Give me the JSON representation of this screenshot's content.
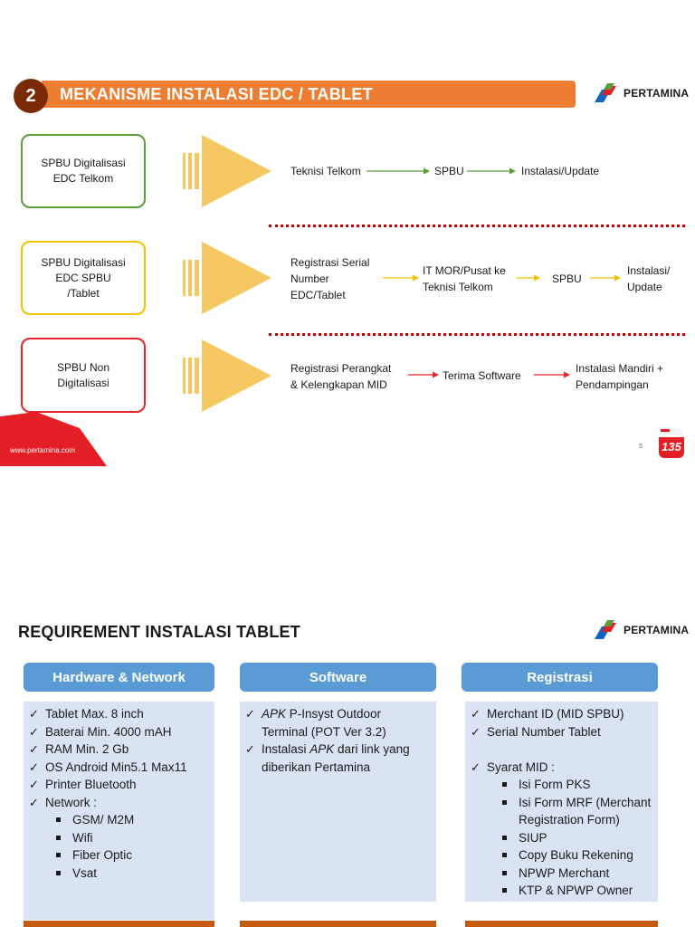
{
  "slide1": {
    "number": "2",
    "title": "MEKANISME INSTALASI EDC / TABLET",
    "logo_text": "PERTAMINA",
    "rows": [
      {
        "box_label": "SPBU Digitalisasi EDC Telkom",
        "box_lines": [
          "SPBU Digitalisasi",
          "EDC Telkom"
        ],
        "steps": [
          "Teknisi Telkom",
          "SPBU",
          "Instalasi/Update"
        ]
      },
      {
        "box_lines": [
          "SPBU Digitalisasi",
          "EDC SPBU",
          "/Tablet"
        ],
        "steps": [
          {
            "lines": [
              "Registrasi Serial",
              "Number",
              "EDC/Tablet"
            ]
          },
          {
            "lines": [
              "IT MOR/Pusat ke",
              "Teknisi Telkom"
            ]
          },
          {
            "lines": [
              "SPBU"
            ]
          },
          {
            "lines": [
              "Instalasi/",
              "Update"
            ]
          }
        ]
      },
      {
        "box_lines": [
          "SPBU Non",
          "Digitalisasi"
        ],
        "steps": [
          {
            "lines": [
              "Registrasi Perangkat",
              "& Kelengkapan MID"
            ]
          },
          {
            "lines": [
              "Terima Software"
            ]
          },
          {
            "lines": [
              "Instalasi Mandiri +",
              "Pendampingan"
            ]
          }
        ]
      }
    ],
    "colors": {
      "accent": "#ed7d31",
      "number_circle": "#7b2a07",
      "green": "#5b9d3d",
      "yellow": "#f2c200",
      "red": "#e8252a",
      "big_arrow": "#f5c862",
      "footer_red": "#e31e24"
    },
    "website": "www.pertamina.com",
    "page_number": "5",
    "badge_number": "135"
  },
  "slide2": {
    "title": "REQUIREMENT INSTALASI TABLET",
    "logo_text": "PERTAMINA",
    "columns": [
      {
        "header": "Hardware & Network",
        "items": [
          {
            "type": "check",
            "text": "Tablet Max. 8 inch"
          },
          {
            "type": "check",
            "text": "Baterai Min. 4000 mAH"
          },
          {
            "type": "check",
            "text": "RAM Min. 2 Gb"
          },
          {
            "type": "check",
            "text": "OS Android Min5.1 Max11"
          },
          {
            "type": "check",
            "text": "Printer Bluetooth"
          },
          {
            "type": "check",
            "text": "Network :"
          },
          {
            "type": "bullet",
            "text": "GSM/ M2M"
          },
          {
            "type": "bullet",
            "text": "Wifi"
          },
          {
            "type": "bullet",
            "text": "Fiber Optic"
          },
          {
            "type": "bullet",
            "text": "Vsat"
          }
        ]
      },
      {
        "header": "Software",
        "items": [
          {
            "type": "check",
            "em": "APK",
            "lines": [
              " P-Insyst Outdoor",
              "Terminal (POT Ver 3.2)"
            ]
          },
          {
            "type": "check",
            "pre": "Instalasi ",
            "em": "APK",
            "lines": [
              " dari link yang",
              "diberikan Pertamina"
            ]
          }
        ]
      },
      {
        "header": "Registrasi",
        "items": [
          {
            "type": "check",
            "text": "Merchant ID (MID SPBU)"
          },
          {
            "type": "check",
            "text": "Serial Number Tablet"
          },
          {
            "type": "check",
            "text": "Syarat MID :"
          },
          {
            "type": "bullet",
            "text": "Isi Form PKS"
          },
          {
            "type": "bullet",
            "lines": [
              "Isi Form MRF (Merchant",
              "Registration Form)"
            ]
          },
          {
            "type": "bullet",
            "text": "SIUP"
          },
          {
            "type": "bullet",
            "text": "Copy Buku Rekening"
          },
          {
            "type": "bullet",
            "text": "NPWP Merchant"
          },
          {
            "type": "bullet",
            "text": "KTP & NPWP Owner"
          }
        ]
      }
    ],
    "colors": {
      "header_blue": "#5b9bd5",
      "body_blue": "#dae3f3",
      "bottom_strip": "#c55a11"
    }
  }
}
